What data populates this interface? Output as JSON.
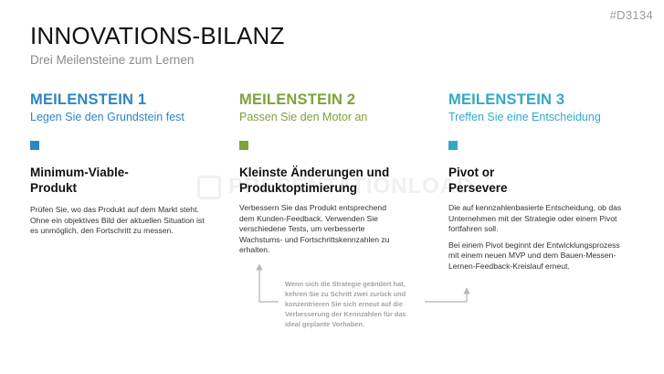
{
  "code": "#D3134",
  "title": "INNOVATIONS-BILANZ",
  "subtitle": "Drei Meilensteine zum Lernen",
  "watermark": "PRESENTATIONLOAD",
  "colors": {
    "blue": "#2e86c1",
    "green": "#7ea23a",
    "teal": "#32a9c4",
    "arrow": "#b5b5b5"
  },
  "milestones": [
    {
      "label": "MEILENSTEIN 1",
      "sub": "Legen Sie den Grundstein fest",
      "heading_line1": "Minimum-Viable-",
      "heading_line2": "Produkt",
      "body": [
        "Prüfen Sie, wo das Produkt auf dem Markt steht. Ohne ein objektives Bild der aktuellen Situation ist es unmöglich, den Fortschritt zu messen."
      ]
    },
    {
      "label": "MEILENSTEIN 2",
      "sub": "Passen Sie den Motor an",
      "heading_line1": "Kleinste Änderungen und",
      "heading_line2": "Produktoptimierung",
      "body": [
        "Verbessern Sie das Produkt entsprechend dem Kunden-Feedback. Verwenden Sie verschiedene Tests, um verbesserte Wachstums- und Fortschrittskennzahlen zu erhalten."
      ]
    },
    {
      "label": "MEILENSTEIN 3",
      "sub": "Treffen Sie eine Entscheidung",
      "heading_line1": "Pivot or",
      "heading_line2": "Persevere",
      "body": [
        "Die auf kennzahlenbasierte Entscheidung, ob das Unternehmen mit der Strategie oder einem Pivot fortfahren soll.",
        "Bei einem Pivot beginnt der Entwicklungsprozess mit einem neuen MVP und dem Bauen-Messen-Lernen-Feedback-Kreislauf erneut."
      ]
    }
  ],
  "note": "Wenn sich die Strategie geändert hat, kehren Sie zu Schritt zwei zurück und konzentrieren Sie sich erneut auf die Verbesserung der Kennzahlen für das ideal geplante Vorhaben."
}
